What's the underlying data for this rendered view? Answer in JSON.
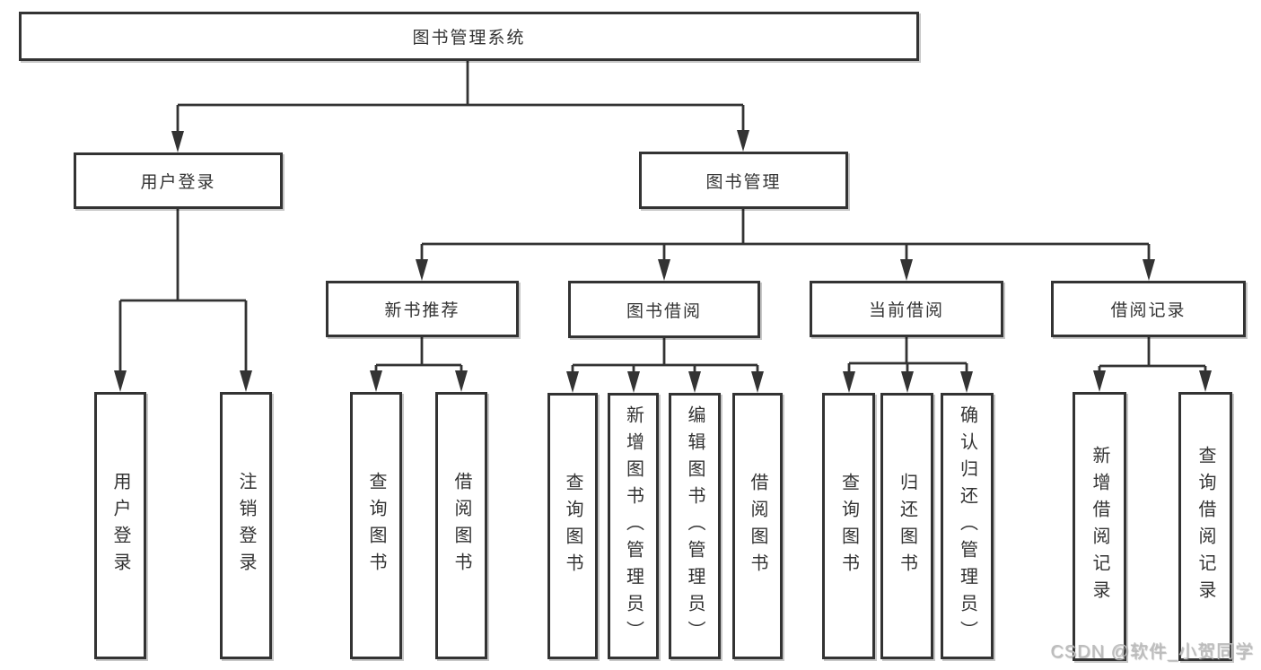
{
  "tree": {
    "label": "图书管理系统",
    "children": [
      {
        "label": "用户登录",
        "children": [
          {
            "label": "用户登录"
          },
          {
            "label": "注销登录"
          }
        ]
      },
      {
        "label": "图书管理",
        "children": [
          {
            "label": "新书推荐",
            "children": [
              {
                "label": "查询图书"
              },
              {
                "label": "借阅图书"
              }
            ]
          },
          {
            "label": "图书借阅",
            "children": [
              {
                "label": "查询图书"
              },
              {
                "label": "新增图书（管理员）"
              },
              {
                "label": "编辑图书（管理员）"
              },
              {
                "label": "借阅图书"
              }
            ]
          },
          {
            "label": "当前借阅",
            "children": [
              {
                "label": "查询图书"
              },
              {
                "label": "归还图书"
              },
              {
                "label": "确认归还（管理员）"
              }
            ]
          },
          {
            "label": "借阅记录",
            "children": [
              {
                "label": "新增借阅记录"
              },
              {
                "label": "查询借阅记录"
              }
            ]
          }
        ]
      }
    ]
  },
  "watermark": "CSDN @软件_小贺同学",
  "colors": {
    "line": "#333333",
    "box_border": "#333333",
    "background": "#ffffff",
    "watermark_text": "#bdbdbd"
  }
}
